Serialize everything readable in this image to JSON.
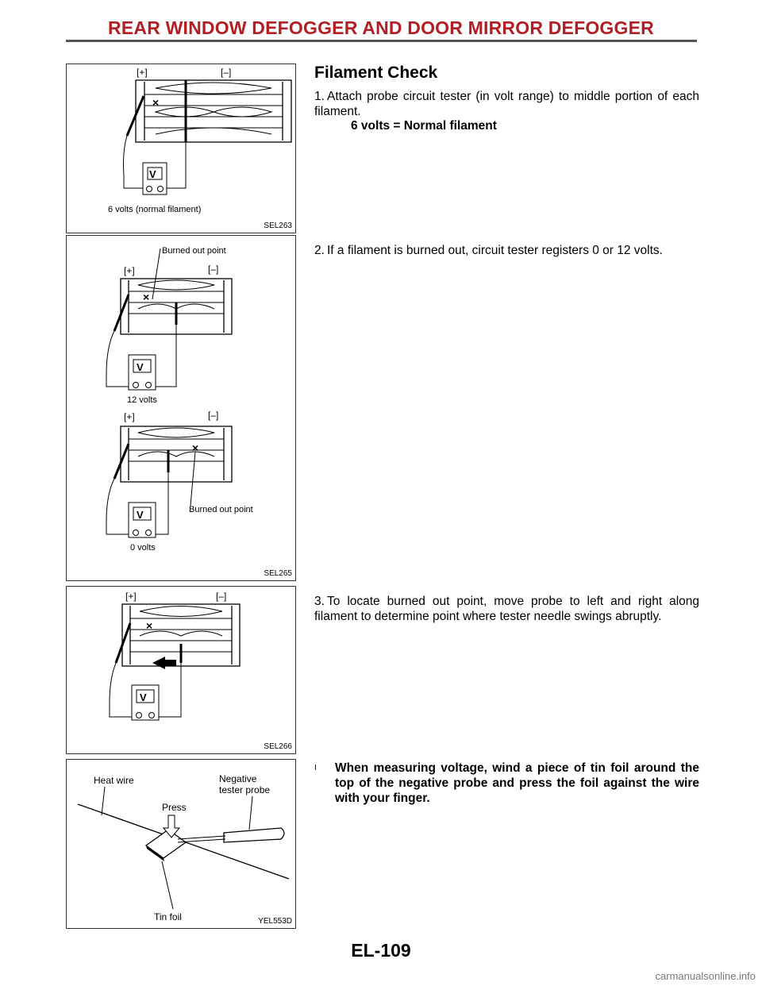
{
  "header": {
    "title": "REAR WINDOW DEFOGGER AND DOOR MIRROR DEFOGGER"
  },
  "section": {
    "heading": "Filament Check"
  },
  "steps": [
    {
      "num": "1.",
      "text": "Attach probe circuit tester (in volt range) to middle portion of each filament.",
      "note": "6 volts = Normal filament"
    },
    {
      "num": "2.",
      "text": "If a filament is burned out, circuit tester registers 0 or 12 volts."
    },
    {
      "num": "3.",
      "text": "To locate burned out point, move probe to left and right along filament to determine point where tester needle swings abruptly."
    }
  ],
  "bullet": {
    "mark": "I",
    "text": "When measuring voltage, wind a piece of tin foil around the top of the negative probe and press the foil against the wire with your finger."
  },
  "figures": {
    "fig1": {
      "code": "SEL263",
      "plus": "[+]",
      "minus": "[–]",
      "meter": "V",
      "caption": "6 volts (normal filament)"
    },
    "fig2": {
      "code": "SEL265",
      "plus": "[+]",
      "minus": "[–]",
      "meter": "V",
      "burned": "Burned out point",
      "caption_top": "12 volts",
      "caption_bottom": "0 volts"
    },
    "fig3": {
      "code": "SEL266",
      "plus": "[+]",
      "minus": "[–]",
      "meter": "V"
    },
    "fig4": {
      "code": "YEL553D",
      "heat_wire": "Heat wire",
      "press": "Press",
      "probe_line1": "Negative",
      "probe_line2": "tester probe",
      "tin_foil": "Tin foil"
    }
  },
  "footer": {
    "page": "EL-109"
  },
  "watermark": "carmanualsonline.info"
}
